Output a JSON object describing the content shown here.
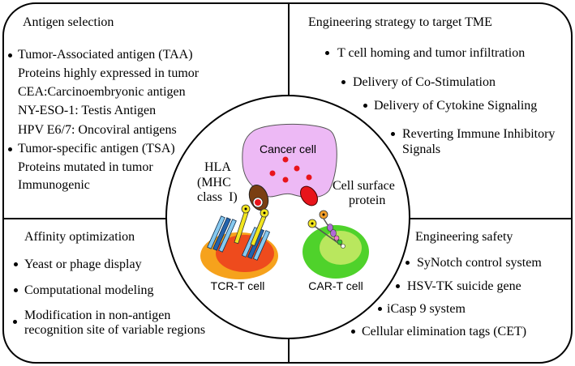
{
  "antigen_selection": {
    "title": "Antigen selection",
    "items": [
      {
        "lines": [
          "Tumor-Associated antigen (TAA)",
          "Proteins highly expressed in tumor",
          "CEA:Carcinoembryonic antigen",
          "NY-ESO-1: Testis Antigen",
          "HPV E6/7: Oncoviral antigens"
        ]
      },
      {
        "lines": [
          "Tumor-specific antigen (TSA)",
          "Proteins mutated in tumor",
          "Immunogenic"
        ]
      }
    ]
  },
  "tme_strategy": {
    "title": "Engineering strategy to target TME",
    "items": [
      {
        "lines": [
          "T cell homing and tumor infiltration"
        ]
      },
      {
        "lines": [
          "Delivery of Co-Stimulation"
        ]
      },
      {
        "lines": [
          "Delivery of Cytokine Signaling"
        ]
      },
      {
        "lines": [
          "Reverting Immune Inhibitory",
          "Signals"
        ]
      }
    ]
  },
  "affinity_optimization": {
    "title": "Affinity optimization",
    "items": [
      {
        "lines": [
          "Yeast or phage display"
        ]
      },
      {
        "lines": [
          "Computational modeling"
        ]
      },
      {
        "lines": [
          "Modification in non-antigen",
          "recognition site of variable regions"
        ]
      }
    ]
  },
  "engineering_safety": {
    "title": "Engineering safety",
    "items": [
      {
        "lines": [
          "SyNotch control system"
        ]
      },
      {
        "lines": [
          "HSV-TK suicide gene"
        ]
      },
      {
        "lines": [
          "iCasp 9 system"
        ]
      },
      {
        "lines": [
          "Cellular elimination tags (CET)"
        ]
      }
    ]
  },
  "center": {
    "cancer_cell": "Cancer cell",
    "hla": [
      "HLA",
      "(MHC",
      "class  I)"
    ],
    "cell_surface_protein": [
      "Cell surface",
      "protein"
    ],
    "tcr_t_cell": "TCR-T cell",
    "car_t_cell": "CAR-T cell"
  },
  "colors": {
    "cancer_cell": "#edb9f5",
    "antigen_red": "#e8141b",
    "hla_brown": "#7a3e12",
    "tcr_cell_outer": "#f6a21c",
    "tcr_cell_inner": "#ee4b1d",
    "car_cell_outer": "#4fd22b",
    "car_cell_inner": "#b9e75e",
    "receptor_yellow": "#f3e61e",
    "cd3_light_blue": "#86c9f0",
    "cd3_dark_blue": "#2463ad",
    "car_orange": "#f5a02a",
    "car_purple": "#b06ad6",
    "car_pink": "#f07bd0",
    "car_green": "#33cc33"
  }
}
